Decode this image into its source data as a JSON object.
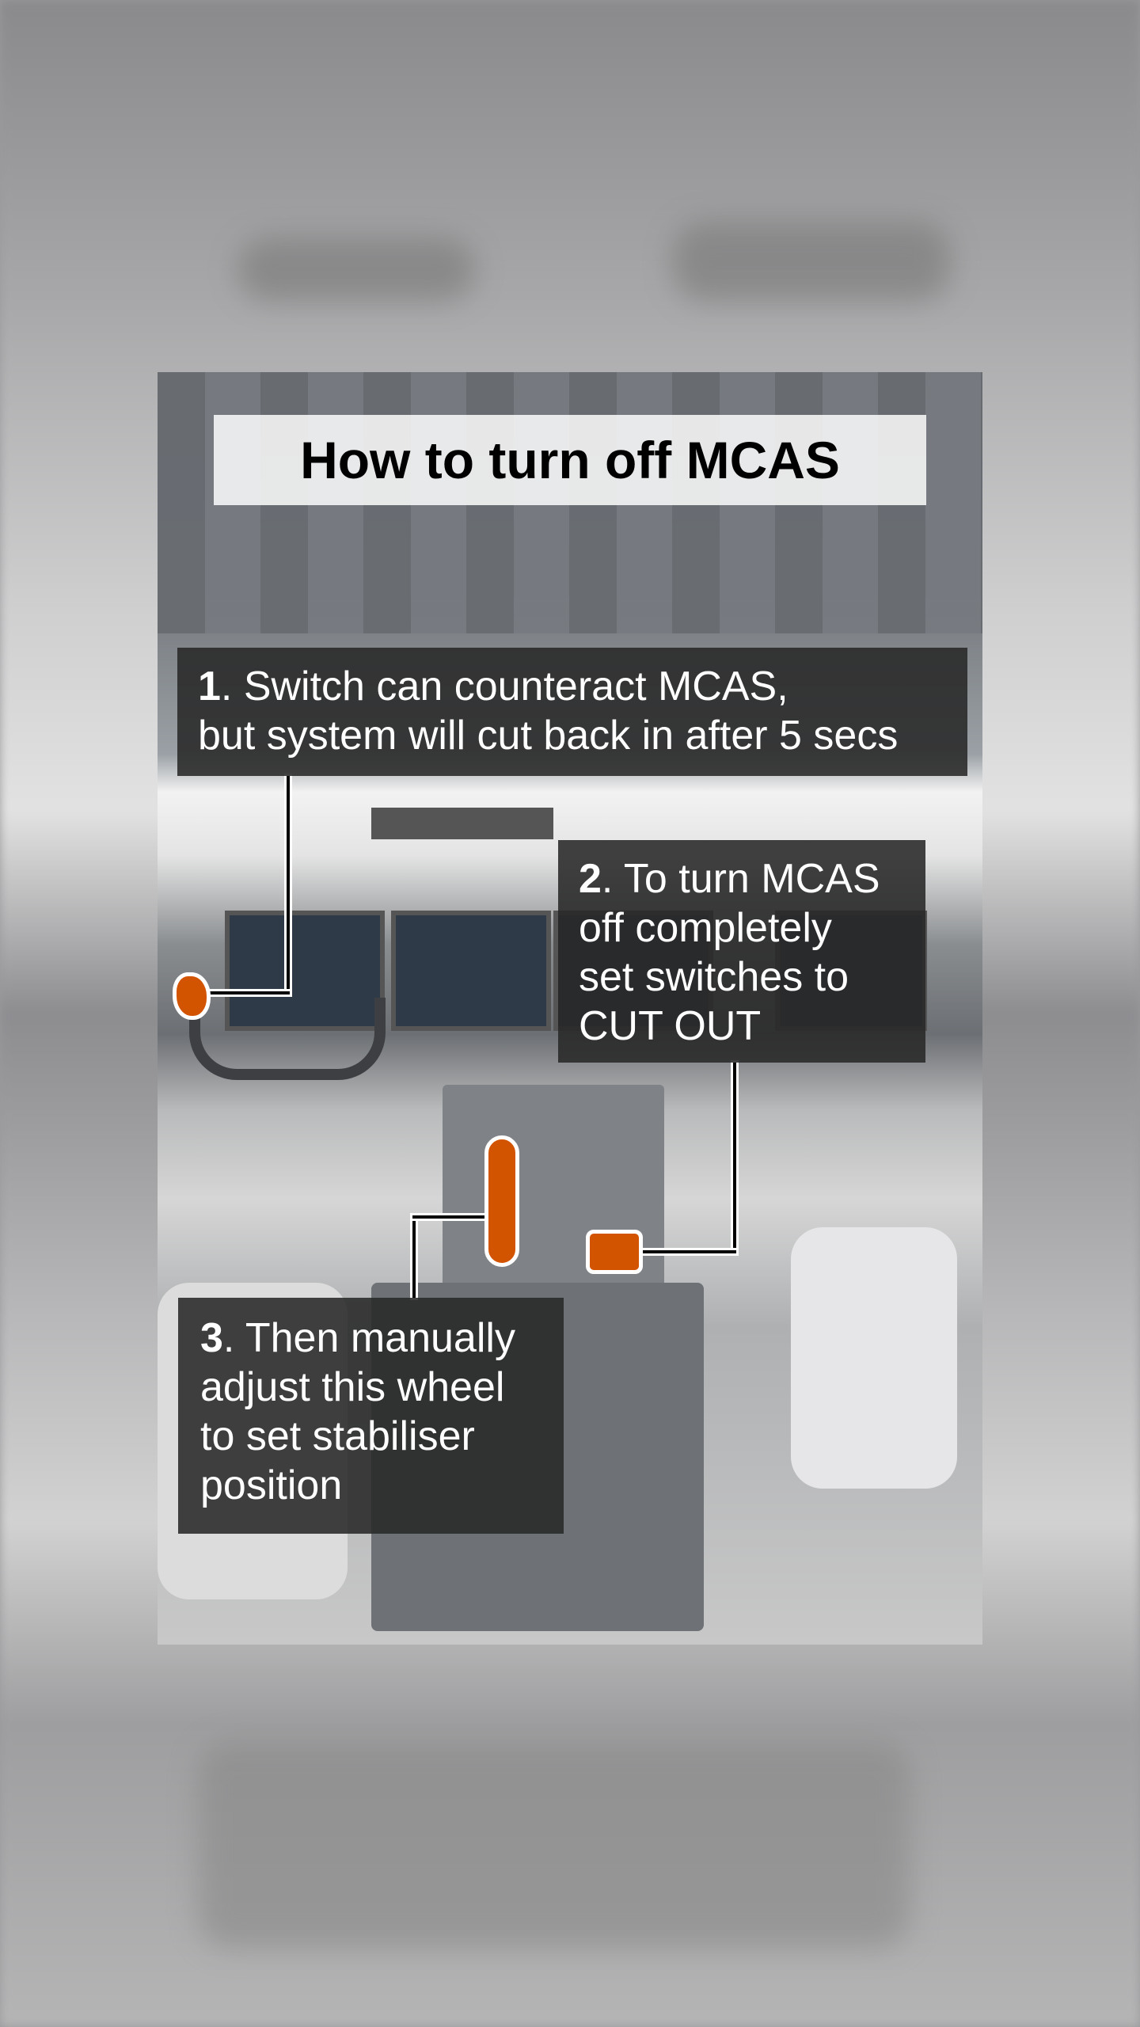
{
  "title": "How to turn off MCAS",
  "notes": [
    {
      "number": "1",
      "lines": [
        ". Switch can counteract MCAS,",
        "but system will cut back in after 5 secs"
      ]
    },
    {
      "number": "2",
      "lines": [
        ". To turn MCAS",
        "off completely",
        "set switches to",
        "CUT OUT"
      ]
    },
    {
      "number": "3",
      "lines": [
        ". Then manually",
        "adjust this wheel",
        "to set stabiliser",
        "position"
      ]
    }
  ],
  "colors": {
    "highlight": "#d35400",
    "note_bg": "#282828"
  }
}
